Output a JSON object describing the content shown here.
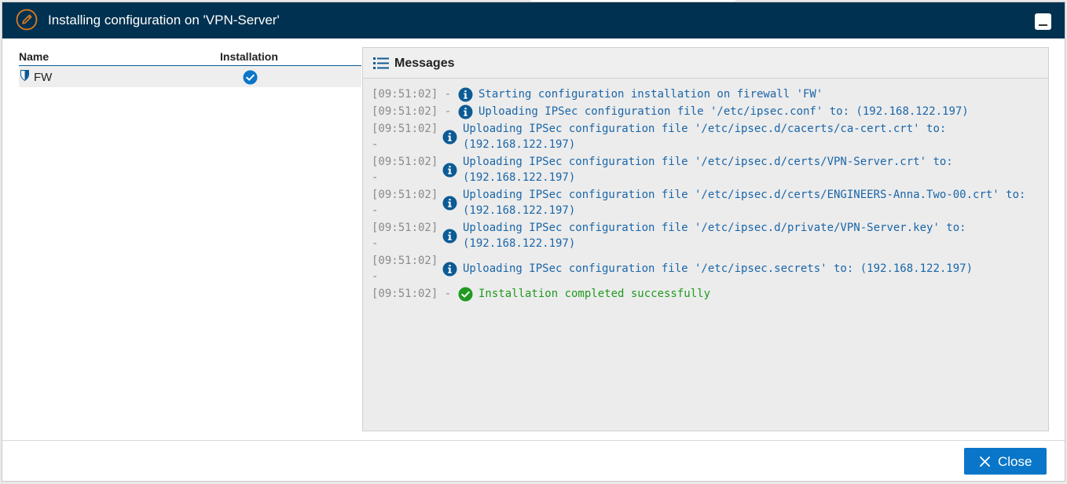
{
  "dialog": {
    "title": "Installing configuration on 'VPN-Server'",
    "minimize_icon": "minimize-icon",
    "title_icon": "pencil-icon"
  },
  "grid": {
    "columns": {
      "name": "Name",
      "installation": "Installation"
    },
    "rows": [
      {
        "name": "FW",
        "icon": "firewall-shield-icon",
        "status": "check-circle-icon"
      }
    ]
  },
  "messages": {
    "title": "Messages",
    "entries": [
      {
        "ts": "[09:51:02] -",
        "type": "info",
        "text": "Starting configuration installation on firewall 'FW'"
      },
      {
        "ts": "[09:51:02] -",
        "type": "info",
        "text": "Uploading IPSec configuration file '/etc/ipsec.conf' to: (192.168.122.197)"
      },
      {
        "ts": "[09:51:02] -",
        "type": "info",
        "text": "Uploading IPSec configuration file '/etc/ipsec.d/cacerts/ca-cert.crt' to: (192.168.122.197)"
      },
      {
        "ts": "[09:51:02] -",
        "type": "info",
        "text": "Uploading IPSec configuration file '/etc/ipsec.d/certs/VPN-Server.crt' to: (192.168.122.197)"
      },
      {
        "ts": "[09:51:02] -",
        "type": "info",
        "text": "Uploading IPSec configuration file '/etc/ipsec.d/certs/ENGINEERS-Anna.Two-00.crt' to: (192.168.122.197)"
      },
      {
        "ts": "[09:51:02] -",
        "type": "info",
        "text": "Uploading IPSec configuration file '/etc/ipsec.d/private/VPN-Server.key' to: (192.168.122.197)"
      },
      {
        "ts": "[09:51:02] -",
        "type": "info",
        "text": "Uploading IPSec configuration file '/etc/ipsec.secrets' to: (192.168.122.197)"
      },
      {
        "ts": "[09:51:02] -",
        "type": "success",
        "text": "Installation completed successfully"
      }
    ]
  },
  "footer": {
    "close_label": "Close"
  },
  "colors": {
    "titlebar": "#003150",
    "accent": "#0a76c9",
    "info": "#1a66a8",
    "success": "#1f9a1f",
    "title_icon": "#e07b1f"
  }
}
